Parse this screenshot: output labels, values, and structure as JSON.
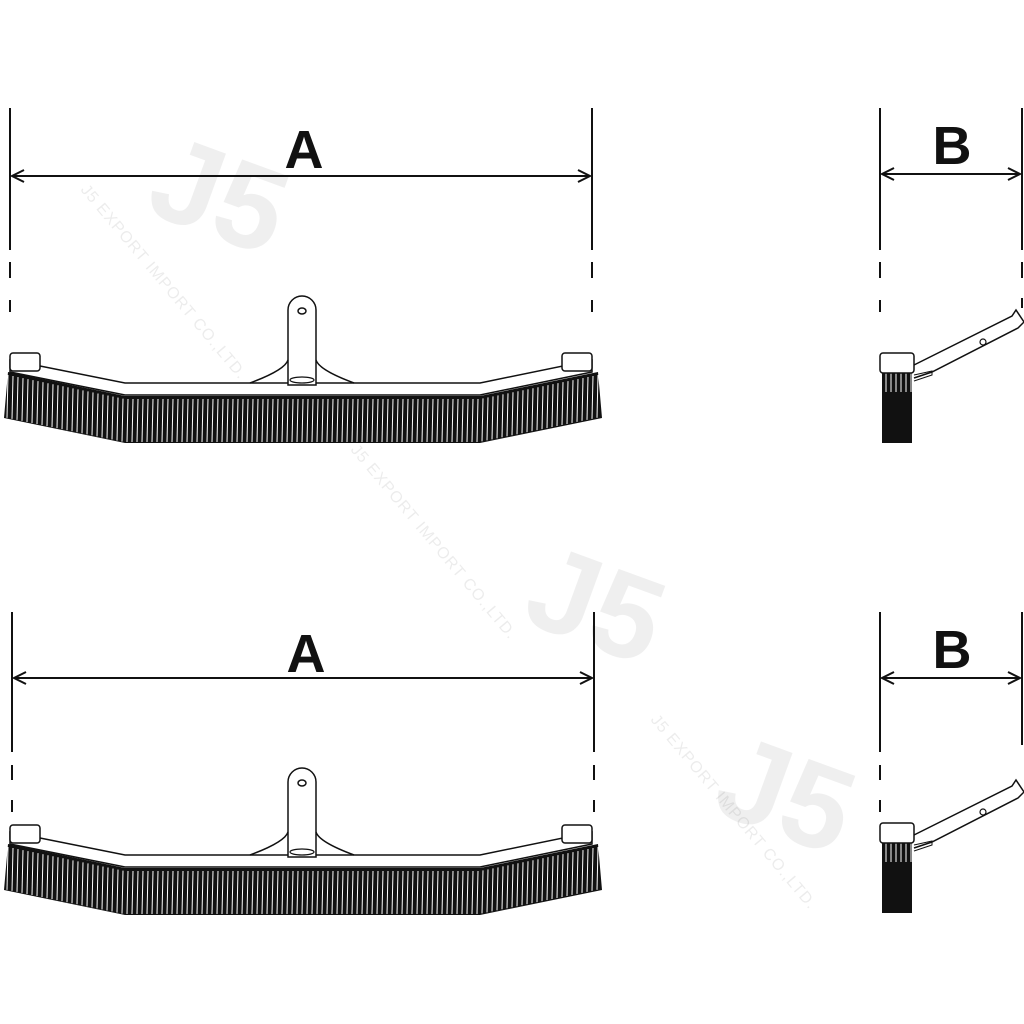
{
  "watermark": {
    "logo": "J5",
    "text": "J5 EXPORT IMPORT CO.,LTD."
  },
  "diagrams": [
    {
      "name": "curved-brush-front",
      "dimension_label": "A"
    },
    {
      "name": "curved-brush-side",
      "dimension_label": "B"
    },
    {
      "name": "curved-brush-2-front",
      "dimension_label": "A"
    },
    {
      "name": "curved-brush-2-side",
      "dimension_label": "B"
    }
  ],
  "colors": {
    "line": "#111111",
    "bristle": "#111111"
  }
}
